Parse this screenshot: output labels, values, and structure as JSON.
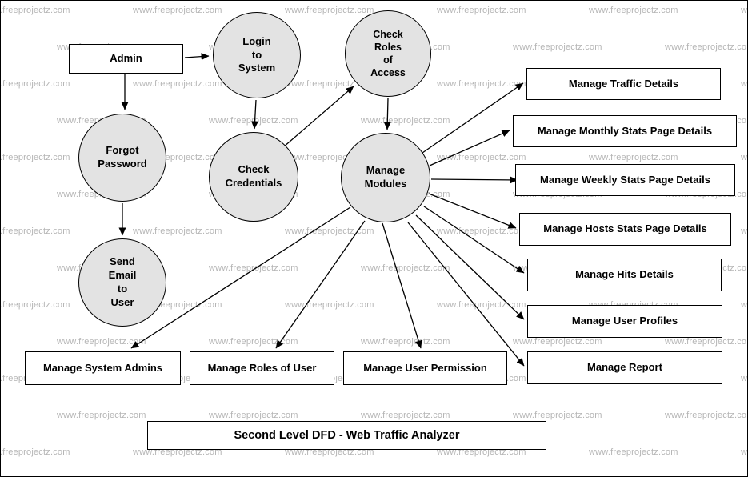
{
  "title": "Second Level DFD - Web Traffic Analyzer",
  "watermark": {
    "text": "www.freeprojectz.com"
  },
  "colors": {
    "process_fill": "#e3e3e3",
    "watermark_color": "#b5b5b5",
    "line_color": "#000000"
  },
  "entities": {
    "admin": "Admin"
  },
  "processes": {
    "login": "Login\nto\nSystem",
    "check_roles": "Check\nRoles\nof\nAccess",
    "forgot_password": "Forgot\nPassword",
    "check_credentials": "Check\nCredentials",
    "manage_modules": "Manage\nModules",
    "send_email": "Send\nEmail\nto\nUser"
  },
  "datastores": {
    "traffic": "Manage Traffic Details",
    "monthly": "Manage Monthly Stats Page Details",
    "weekly": "Manage Weekly Stats Page Details",
    "hosts": "Manage Hosts Stats Page Details",
    "hits": "Manage Hits Details",
    "profiles": "Manage User Profiles",
    "report": "Manage Report",
    "system_admins": "Manage System Admins",
    "roles_of_user": "Manage Roles of User",
    "user_permission": "Manage User Permission"
  }
}
